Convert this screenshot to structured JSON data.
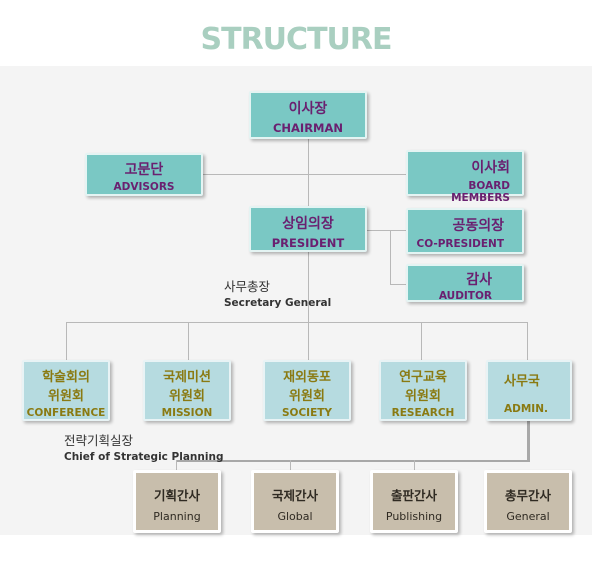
{
  "title": "STRUCTURE",
  "chairman": {
    "ko": "이사장",
    "en": "CHAIRMAN"
  },
  "advisors": {
    "ko": "고문단",
    "en": "ADVISORS"
  },
  "board": {
    "ko": "이사회",
    "en": "BOARD MEMBERS"
  },
  "president": {
    "ko": "상임의장",
    "en": "PRESIDENT"
  },
  "copresident": {
    "ko": "공동의장",
    "en": "CO-PRESIDENT"
  },
  "auditor": {
    "ko": "감사",
    "en": "AUDITOR"
  },
  "secretary_general": {
    "ko": "사무총장",
    "en": "Secretary General"
  },
  "committees": [
    {
      "ko1": "학술회의",
      "ko2": "위원회",
      "en": "CONFERENCE"
    },
    {
      "ko1": "국제미션",
      "ko2": "위원회",
      "en": "MISSION"
    },
    {
      "ko1": "재외동포",
      "ko2": "위원회",
      "en": "SOCIETY"
    },
    {
      "ko1": "연구교육",
      "ko2": "위원회",
      "en": "RESEARCH"
    }
  ],
  "admin": {
    "ko": "사무국",
    "en": "ADMIN."
  },
  "strategic_chief": {
    "ko": "전략기획실장",
    "en": "Chief of Strategic Planning"
  },
  "managers": [
    {
      "ko": "기획간사",
      "en": "Planning"
    },
    {
      "ko": "국제간사",
      "en": "Global"
    },
    {
      "ko": "출판간사",
      "en": "Publishing"
    },
    {
      "ko": "총무간사",
      "en": "General"
    }
  ],
  "colors": {
    "title": "#a9cfc0",
    "teal_box": "#7ac8c4",
    "light_box": "#b6dbe0",
    "tan_box": "#c8beac",
    "purple_text": "#6a2070",
    "olive_text": "#8a7a12"
  }
}
